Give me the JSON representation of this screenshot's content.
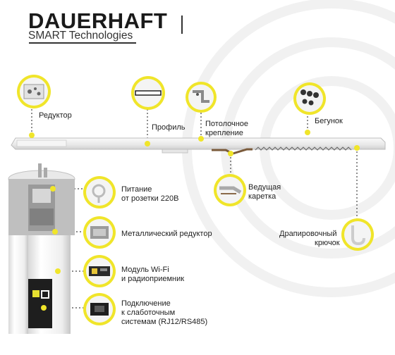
{
  "brand": {
    "name": "DAUERHAFT",
    "tagline": "SMART Technologies"
  },
  "callouts": {
    "reducer": "Редуктор",
    "profile": "Профиль",
    "ceiling_mount": [
      "Потолочное",
      "крепление"
    ],
    "runner": "Бегунок",
    "lead_carriage": [
      "Ведущая",
      "каретка"
    ],
    "drapery_hook": [
      "Драпировочный",
      "крючок"
    ],
    "power": [
      "Питание",
      "от розетки 220В"
    ],
    "metal_reducer": "Металлический редуктор",
    "wifi_module": [
      "Модуль Wi-Fi",
      "и радиоприемник"
    ],
    "connection": [
      "Подключение",
      "к слаботочным",
      "системам (RJ12/RS485)"
    ]
  },
  "colors": {
    "accent": "#f0e52a",
    "text": "#222222",
    "rail": "#ececec"
  }
}
